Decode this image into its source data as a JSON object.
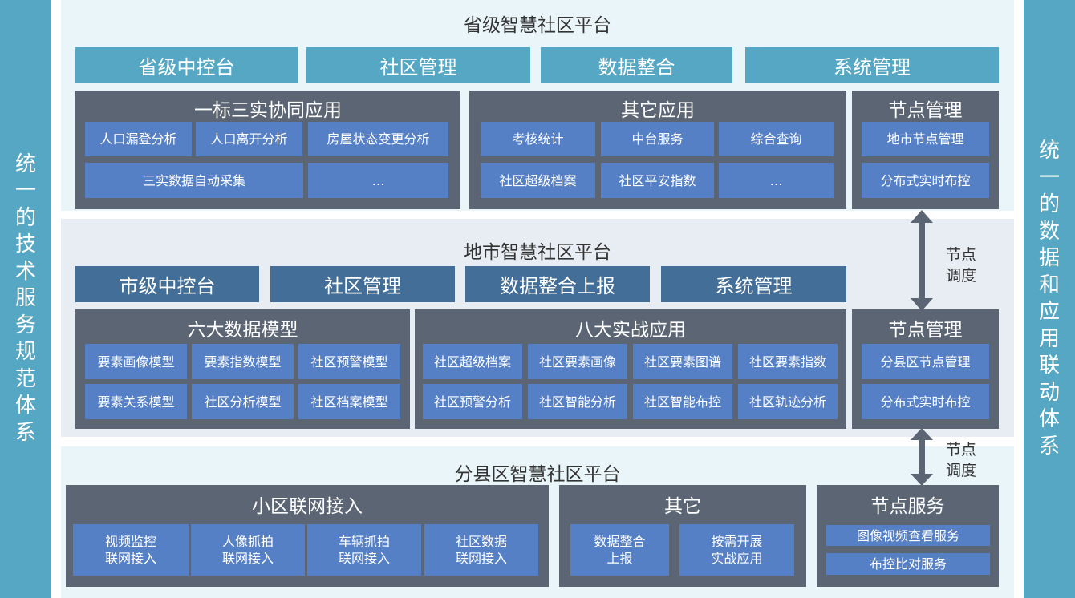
{
  "left_side": [
    "统",
    "一",
    "的",
    "技",
    "术",
    "服",
    "务",
    "规",
    "范",
    "体",
    "系"
  ],
  "right_side": [
    "统",
    "一",
    "的",
    "数",
    "据",
    "和",
    "应",
    "用",
    "联",
    "动",
    "体",
    "系"
  ],
  "provincial": {
    "title": "省级智慧社区平台",
    "tabs": [
      "省级中控台",
      "社区管理",
      "数据整合",
      "系统管理"
    ],
    "group1": {
      "title": "一标三实协同应用",
      "items": [
        "人口漏登分析",
        "人口离开分析",
        "房屋状态变更分析",
        "三实数据自动采集",
        "…"
      ]
    },
    "group2": {
      "title": "其它应用",
      "items": [
        "考核统计",
        "中台服务",
        "综合查询",
        "社区超级档案",
        "社区平安指数",
        "…"
      ]
    },
    "node": {
      "title": "节点管理",
      "items": [
        "地市节点管理",
        "分布式实时布控"
      ]
    }
  },
  "city": {
    "title": "地市智慧社区平台",
    "tabs": [
      "市级中控台",
      "社区管理",
      "数据整合上报",
      "系统管理"
    ],
    "group1": {
      "title": "六大数据模型",
      "items": [
        "要素画像模型",
        "要素指数模型",
        "社区预警模型",
        "要素关系模型",
        "社区分析模型",
        "社区档案模型"
      ]
    },
    "group2": {
      "title": "八大实战应用",
      "items": [
        "社区超级档案",
        "社区要素画像",
        "社区要素图谱",
        "社区要素指数",
        "社区预警分析",
        "社区智能分析",
        "社区智能布控",
        "社区轨迹分析"
      ]
    },
    "node": {
      "title": "节点管理",
      "items": [
        "分县区节点管理",
        "分布式实时布控"
      ]
    }
  },
  "county": {
    "title": "分县区智慧社区平台",
    "group1": {
      "title": "小区联网接入",
      "items": [
        "视频监控\n联网接入",
        "人像抓拍\n联网接入",
        "车辆抓拍\n联网接入",
        "社区数据\n联网接入"
      ]
    },
    "group2": {
      "title": "其它",
      "items": [
        "数据整合\n上报",
        "按需开展\n实战应用"
      ]
    },
    "node": {
      "title": "节点服务",
      "items": [
        "图像视频查看服务",
        "布控比对服务"
      ]
    }
  },
  "schedule_labels": [
    "节点\n调度",
    "节点\n调度"
  ],
  "colors": {
    "side": "#55a7c4",
    "tab_light": "#55a7c4",
    "tab_dark": "#426e97",
    "group": "#5b6574",
    "cell": "#5680c5",
    "arrow": "#5b6574"
  }
}
